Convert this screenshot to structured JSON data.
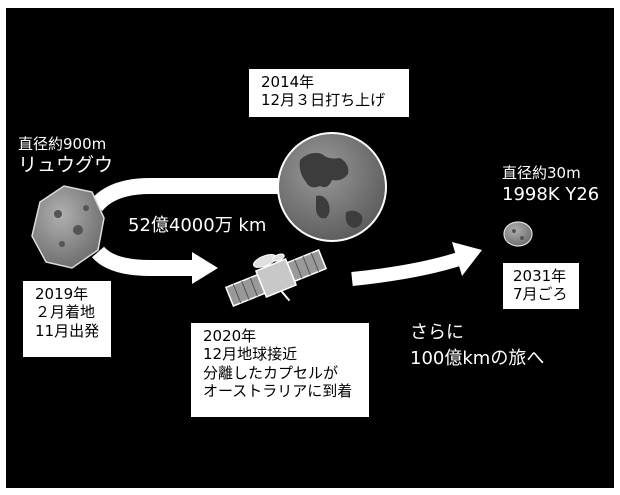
{
  "launch": {
    "lines": [
      "2014年",
      "12月３日打ち上げ"
    ]
  },
  "ryugu": {
    "size": "直径約900m",
    "name": "リュウグウ"
  },
  "distance": "52億4000万 km",
  "ryugu_events": {
    "lines": [
      "2019年",
      "２月着地",
      "11月出発"
    ]
  },
  "earth_events": {
    "lines": [
      "2020年",
      "12月地球接近",
      "分離したカプセルが",
      "オーストラリアに到着"
    ]
  },
  "target": {
    "size": "直径約30m",
    "name": "1998K Y26"
  },
  "arrival": {
    "lines": [
      "2031年",
      "7月ごろ"
    ]
  },
  "journey": {
    "lines": [
      "さらに",
      "100億kmの旅へ"
    ]
  },
  "colors": {
    "background": "#000000",
    "text": "#ffffff",
    "box": "#ffffff",
    "earth": "#707070",
    "asteroid": "#8a8a8a"
  },
  "icons": [
    "earth-globe",
    "asteroid-ryugu",
    "asteroid-target",
    "hayabusa2-spacecraft",
    "path-arrow"
  ]
}
